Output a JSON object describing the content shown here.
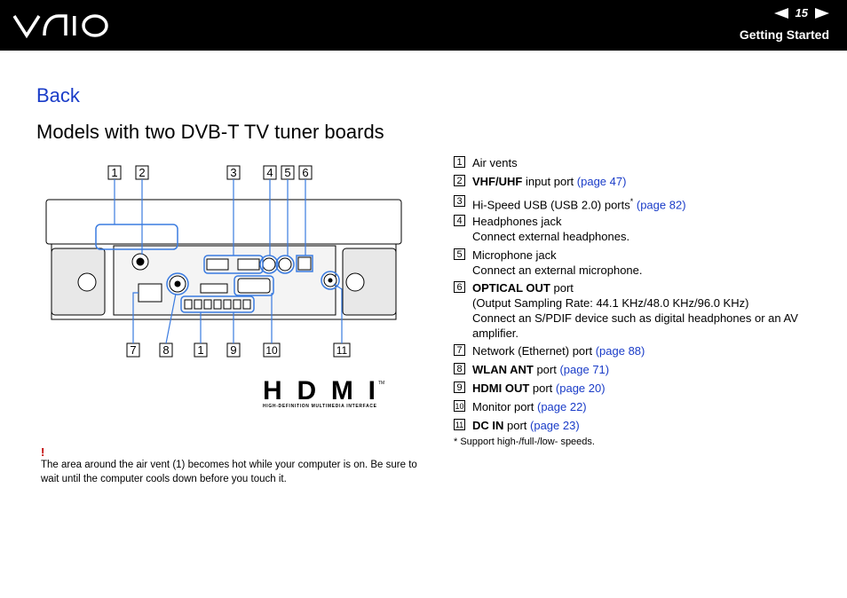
{
  "header": {
    "brand": "VAIO",
    "page_number": "15",
    "section": "Getting Started"
  },
  "back_link": "Back",
  "title": "Models with two DVB-T TV tuner boards",
  "diagram": {
    "top_callouts": [
      "1",
      "2",
      "3",
      "4",
      "5",
      "6"
    ],
    "bottom_callouts": [
      "7",
      "8",
      "1",
      "9",
      "10",
      "11"
    ],
    "hdmi_logo": "HDMI",
    "hdmi_tagline": "HIGH-DEFINITION MULTIMEDIA INTERFACE",
    "tm": "TM"
  },
  "items": [
    {
      "num": "1",
      "bold": "",
      "text": "Air vents",
      "link": "",
      "sub": ""
    },
    {
      "num": "2",
      "bold": "VHF/UHF",
      "text": " input port ",
      "link": "(page 47)",
      "sub": ""
    },
    {
      "num": "3",
      "bold": "",
      "text": "Hi-Speed USB (USB 2.0) ports",
      "sup": "*",
      "link": "(page 82)",
      "sub": ""
    },
    {
      "num": "4",
      "bold": "",
      "text": "Headphones jack",
      "link": "",
      "sub": "Connect external headphones."
    },
    {
      "num": "5",
      "bold": "",
      "text": "Microphone jack",
      "link": "",
      "sub": "Connect an external microphone."
    },
    {
      "num": "6",
      "bold": "OPTICAL OUT",
      "text": " port",
      "link": "",
      "sub": "(Output Sampling Rate: 44.1 KHz/48.0 KHz/96.0 KHz)",
      "sub2": "Connect an S/PDIF device such as digital headphones or an AV amplifier."
    },
    {
      "num": "7",
      "bold": "",
      "text": "Network (Ethernet) port ",
      "link": "(page 88)",
      "sub": ""
    },
    {
      "num": "8",
      "bold": "WLAN ANT",
      "text": " port ",
      "link": "(page 71)",
      "sub": ""
    },
    {
      "num": "9",
      "bold": "HDMI OUT",
      "text": " port ",
      "link": "(page 20)",
      "sub": ""
    },
    {
      "num": "10",
      "bold": "",
      "text": "Monitor port ",
      "link": "(page 22)",
      "sub": ""
    },
    {
      "num": "11",
      "bold": "DC IN",
      "text": " port ",
      "link": "(page 23)",
      "sub": ""
    }
  ],
  "footnote": "*    Support high-/full-/low- speeds.",
  "note": {
    "mark": "!",
    "text": "The area around the air vent (1) becomes hot while your computer is on. Be sure to wait until the computer cools down before you touch it."
  }
}
